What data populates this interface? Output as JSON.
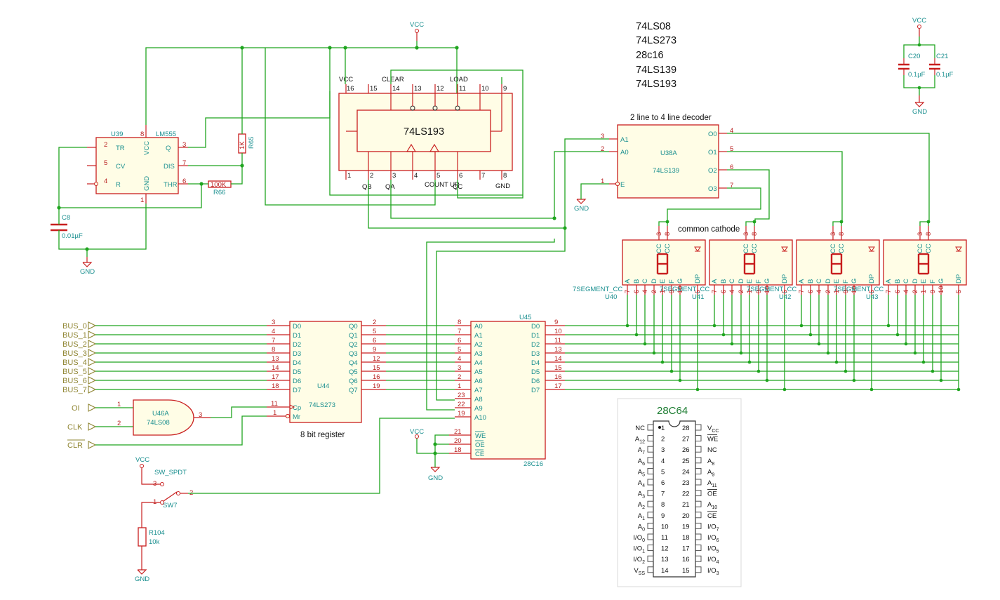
{
  "notes": {
    "parts": [
      "74LS08",
      "74LS273",
      "28c16",
      "74LS139",
      "74LS193"
    ],
    "decoder": "2 line to 4 line decoder",
    "common_cathode": "common cathode",
    "register": "8 bit register"
  },
  "power": {
    "vcc": "VCC",
    "gnd": "GND"
  },
  "counter": {
    "name": "74LS193",
    "top_pins": [
      "16",
      "15",
      "14",
      "13",
      "12",
      "11",
      "10",
      "9"
    ],
    "bottom_pins": [
      "1",
      "2",
      "3",
      "4",
      "5",
      "6",
      "7",
      "8"
    ],
    "vcc_label": "VCC",
    "clear": "CLEAR",
    "load": "LOAD",
    "qb": "QB",
    "qa": "QA",
    "count_up": "COUNT UP",
    "qc": "QC",
    "gnd": "GND"
  },
  "timer": {
    "ref": "U39",
    "name": "LM555",
    "pins": [
      "TR",
      "CV",
      "R",
      "VCC",
      "Q",
      "DIS",
      "THR",
      "GND"
    ],
    "pin_numbers": [
      "2",
      "5",
      "4",
      "8",
      "3",
      "7",
      "6",
      "1"
    ]
  },
  "passives": {
    "r65_value": "1K",
    "r65_ref": "R65",
    "r66_value": "100K",
    "r66_ref": "R66",
    "c8_ref": "C8",
    "c8_value": "0.01µF",
    "c20_ref": "C20",
    "c20_value": "0.1µF",
    "c21_ref": "C21",
    "c21_value": "0.1µF",
    "r104_ref": "R104",
    "r104_value": "10k"
  },
  "decoder": {
    "ref": "U38A",
    "name": "74LS139",
    "inputs": [
      {
        "name": "A1",
        "pin": "3"
      },
      {
        "name": "A0",
        "pin": "2"
      },
      {
        "name": "E",
        "pin": "1"
      }
    ],
    "outputs": [
      {
        "name": "O0",
        "pin": "4"
      },
      {
        "name": "O1",
        "pin": "5"
      },
      {
        "name": "O2",
        "pin": "6"
      },
      {
        "name": "O3",
        "pin": "7"
      }
    ]
  },
  "displays": [
    {
      "ref": "U40",
      "type": "7SEGMENT_CC"
    },
    {
      "ref": "U41",
      "type": "7SEGMENT_CC"
    },
    {
      "ref": "U42",
      "type": "7SEGMENT_CC"
    },
    {
      "ref": "U43",
      "type": "7SEGMENT_CC"
    }
  ],
  "display_pins": {
    "top": [
      "3",
      "8"
    ],
    "cc": "CC",
    "segments": [
      "A",
      "B",
      "C",
      "D",
      "E",
      "F",
      "G",
      "DP"
    ],
    "numbers": [
      "7",
      "6",
      "4",
      "2",
      "1",
      "9",
      "10",
      "5"
    ]
  },
  "register": {
    "ref": "U44",
    "name": "74LS273",
    "d_pins": [
      "3",
      "4",
      "7",
      "8",
      "13",
      "14",
      "17",
      "18"
    ],
    "q_pins": [
      "2",
      "5",
      "6",
      "9",
      "12",
      "15",
      "16",
      "19"
    ],
    "cp_pin": "11",
    "mr_pin": "1",
    "cp": "Cp",
    "mr": "Mr"
  },
  "bus_labels": [
    "BUS_0",
    "BUS_1",
    "BUS_2",
    "BUS_3",
    "BUS_4",
    "BUS_5",
    "BUS_6",
    "BUS_7"
  ],
  "control_labels": [
    "OI",
    "CLK",
    "CLR"
  ],
  "and_gate": {
    "ref": "U46A",
    "name": "74LS08",
    "in1": "1",
    "in2": "2",
    "out": "3"
  },
  "eeprom": {
    "ref": "U45",
    "name": "28C16",
    "a_pins": [
      "8",
      "7",
      "6",
      "5",
      "4",
      "3",
      "2",
      "1",
      "23",
      "22",
      "19"
    ],
    "d_pins": [
      "9",
      "10",
      "11",
      "13",
      "14",
      "15",
      "16",
      "17"
    ],
    "we_pin": "21",
    "oe_pin": "20",
    "ce_pin": "18",
    "we": "WE",
    "oe": "OE",
    "ce": "CE"
  },
  "switch": {
    "name": "SW_SPDT",
    "ref": "SW7",
    "pins": [
      "3",
      "2",
      "1"
    ]
  },
  "pinout": {
    "title": "28C64",
    "left": [
      {
        "n": "1",
        "s": "NC"
      },
      {
        "n": "2",
        "s": "A12"
      },
      {
        "n": "3",
        "s": "A7"
      },
      {
        "n": "4",
        "s": "A6"
      },
      {
        "n": "5",
        "s": "A5"
      },
      {
        "n": "6",
        "s": "A4"
      },
      {
        "n": "7",
        "s": "A3"
      },
      {
        "n": "8",
        "s": "A2"
      },
      {
        "n": "9",
        "s": "A1"
      },
      {
        "n": "10",
        "s": "A0"
      },
      {
        "n": "11",
        "s": "I/O0"
      },
      {
        "n": "12",
        "s": "I/O1"
      },
      {
        "n": "13",
        "s": "I/O2"
      },
      {
        "n": "14",
        "s": "VSS"
      }
    ],
    "right": [
      {
        "n": "28",
        "s": "VCC"
      },
      {
        "n": "27",
        "s": "WE"
      },
      {
        "n": "26",
        "s": "NC"
      },
      {
        "n": "25",
        "s": "A8"
      },
      {
        "n": "24",
        "s": "A9"
      },
      {
        "n": "23",
        "s": "A11"
      },
      {
        "n": "22",
        "s": "OE"
      },
      {
        "n": "21",
        "s": "A10"
      },
      {
        "n": "20",
        "s": "CE"
      },
      {
        "n": "19",
        "s": "I/O7"
      },
      {
        "n": "18",
        "s": "I/O6"
      },
      {
        "n": "17",
        "s": "I/O5"
      },
      {
        "n": "16",
        "s": "I/O4"
      },
      {
        "n": "15",
        "s": "I/O3"
      }
    ]
  }
}
